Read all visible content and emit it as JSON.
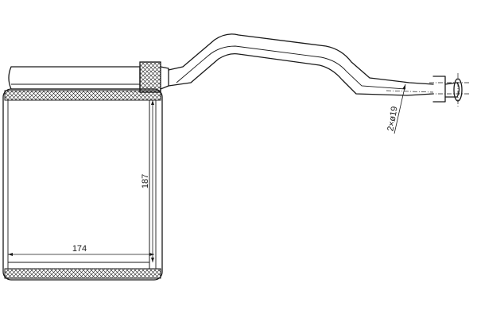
{
  "dimensions": {
    "width_label": "174",
    "height_label": "187",
    "pipe_label": "2×ø19"
  }
}
